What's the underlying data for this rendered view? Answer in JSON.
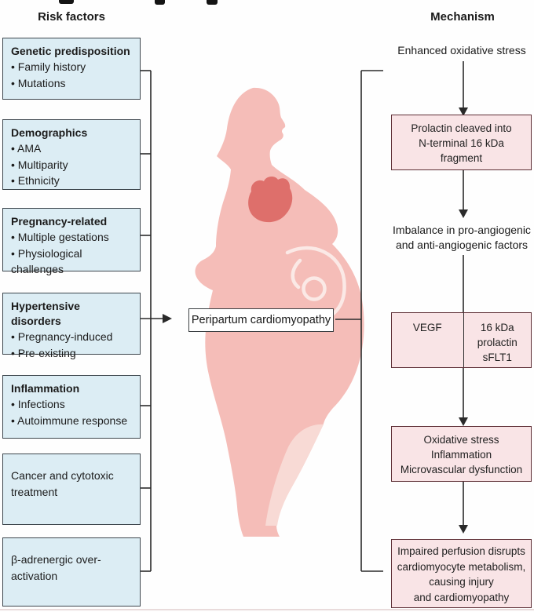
{
  "header": {
    "left_title": "Risk factors",
    "right_title": "Mechanism"
  },
  "center": {
    "label": "Peripartum cardiomyopathy"
  },
  "risk_factors": [
    {
      "title": "Genetic predisposition",
      "items": [
        "Family history",
        "Mutations"
      ]
    },
    {
      "title": "Demographics",
      "items": [
        "AMA",
        "Multiparity",
        "Ethnicity"
      ]
    },
    {
      "title": "Pregnancy-related",
      "items": [
        "Multiple gestations",
        "Physiological challenges"
      ]
    },
    {
      "title": "Hypertensive disorders",
      "items": [
        "Pregnancy-induced",
        "Pre-existing"
      ]
    },
    {
      "title": "Inflammation",
      "items": [
        "Infections",
        "Autoimmune response"
      ]
    },
    {
      "title": "Cancer and cytotoxic treatment",
      "items": []
    },
    {
      "title": "β-adrenergic over-activation",
      "items": []
    }
  ],
  "mechanism": {
    "start": "Enhanced oxidative stress",
    "box1": {
      "line1": "Prolactin cleaved into",
      "line2": "N-terminal 16 kDa",
      "line3": "fragment"
    },
    "between1": {
      "line1": "Imbalance in pro-angiogenic",
      "line2": "and anti-angiogenic factors"
    },
    "split_box": {
      "left": "VEGF",
      "right_line1": "16 kDa",
      "right_line2": "prolactin",
      "right_line3": "sFLT1"
    },
    "box3": {
      "line1": "Oxidative stress",
      "line2": "Inflammation",
      "line3": "Microvascular dysfunction"
    },
    "box4": {
      "line1": "Impaired perfusion disrupts",
      "line2": "cardiomyocyte metabolism,",
      "line3": "causing injury",
      "line4": "and cardiomyopathy"
    }
  },
  "colors": {
    "risk_box_fill": "#dcedf4",
    "risk_box_border": "#3d464d",
    "mech_box_fill": "#f9e4e6",
    "mech_box_border": "#5d2e35",
    "connector_line": "#2a2a2a",
    "body_pink": "#f5bdb8",
    "heart_red": "#de6f6b",
    "fetus_outline": "#fbe9e6"
  }
}
